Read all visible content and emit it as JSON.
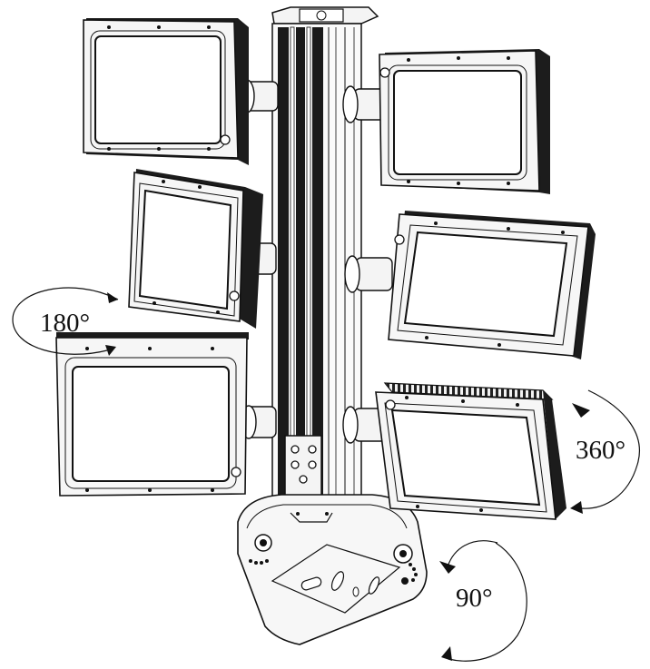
{
  "rotation_labels": {
    "left_rotation": "180°",
    "right_rotation": "360°",
    "bottom_rotation": "90°"
  },
  "colors": {
    "line": "#111111",
    "fill_dark": "#1a1a1a",
    "fill_mid": "#9a9a9a",
    "fill_light": "#f4f4f4",
    "background": "#ffffff"
  }
}
